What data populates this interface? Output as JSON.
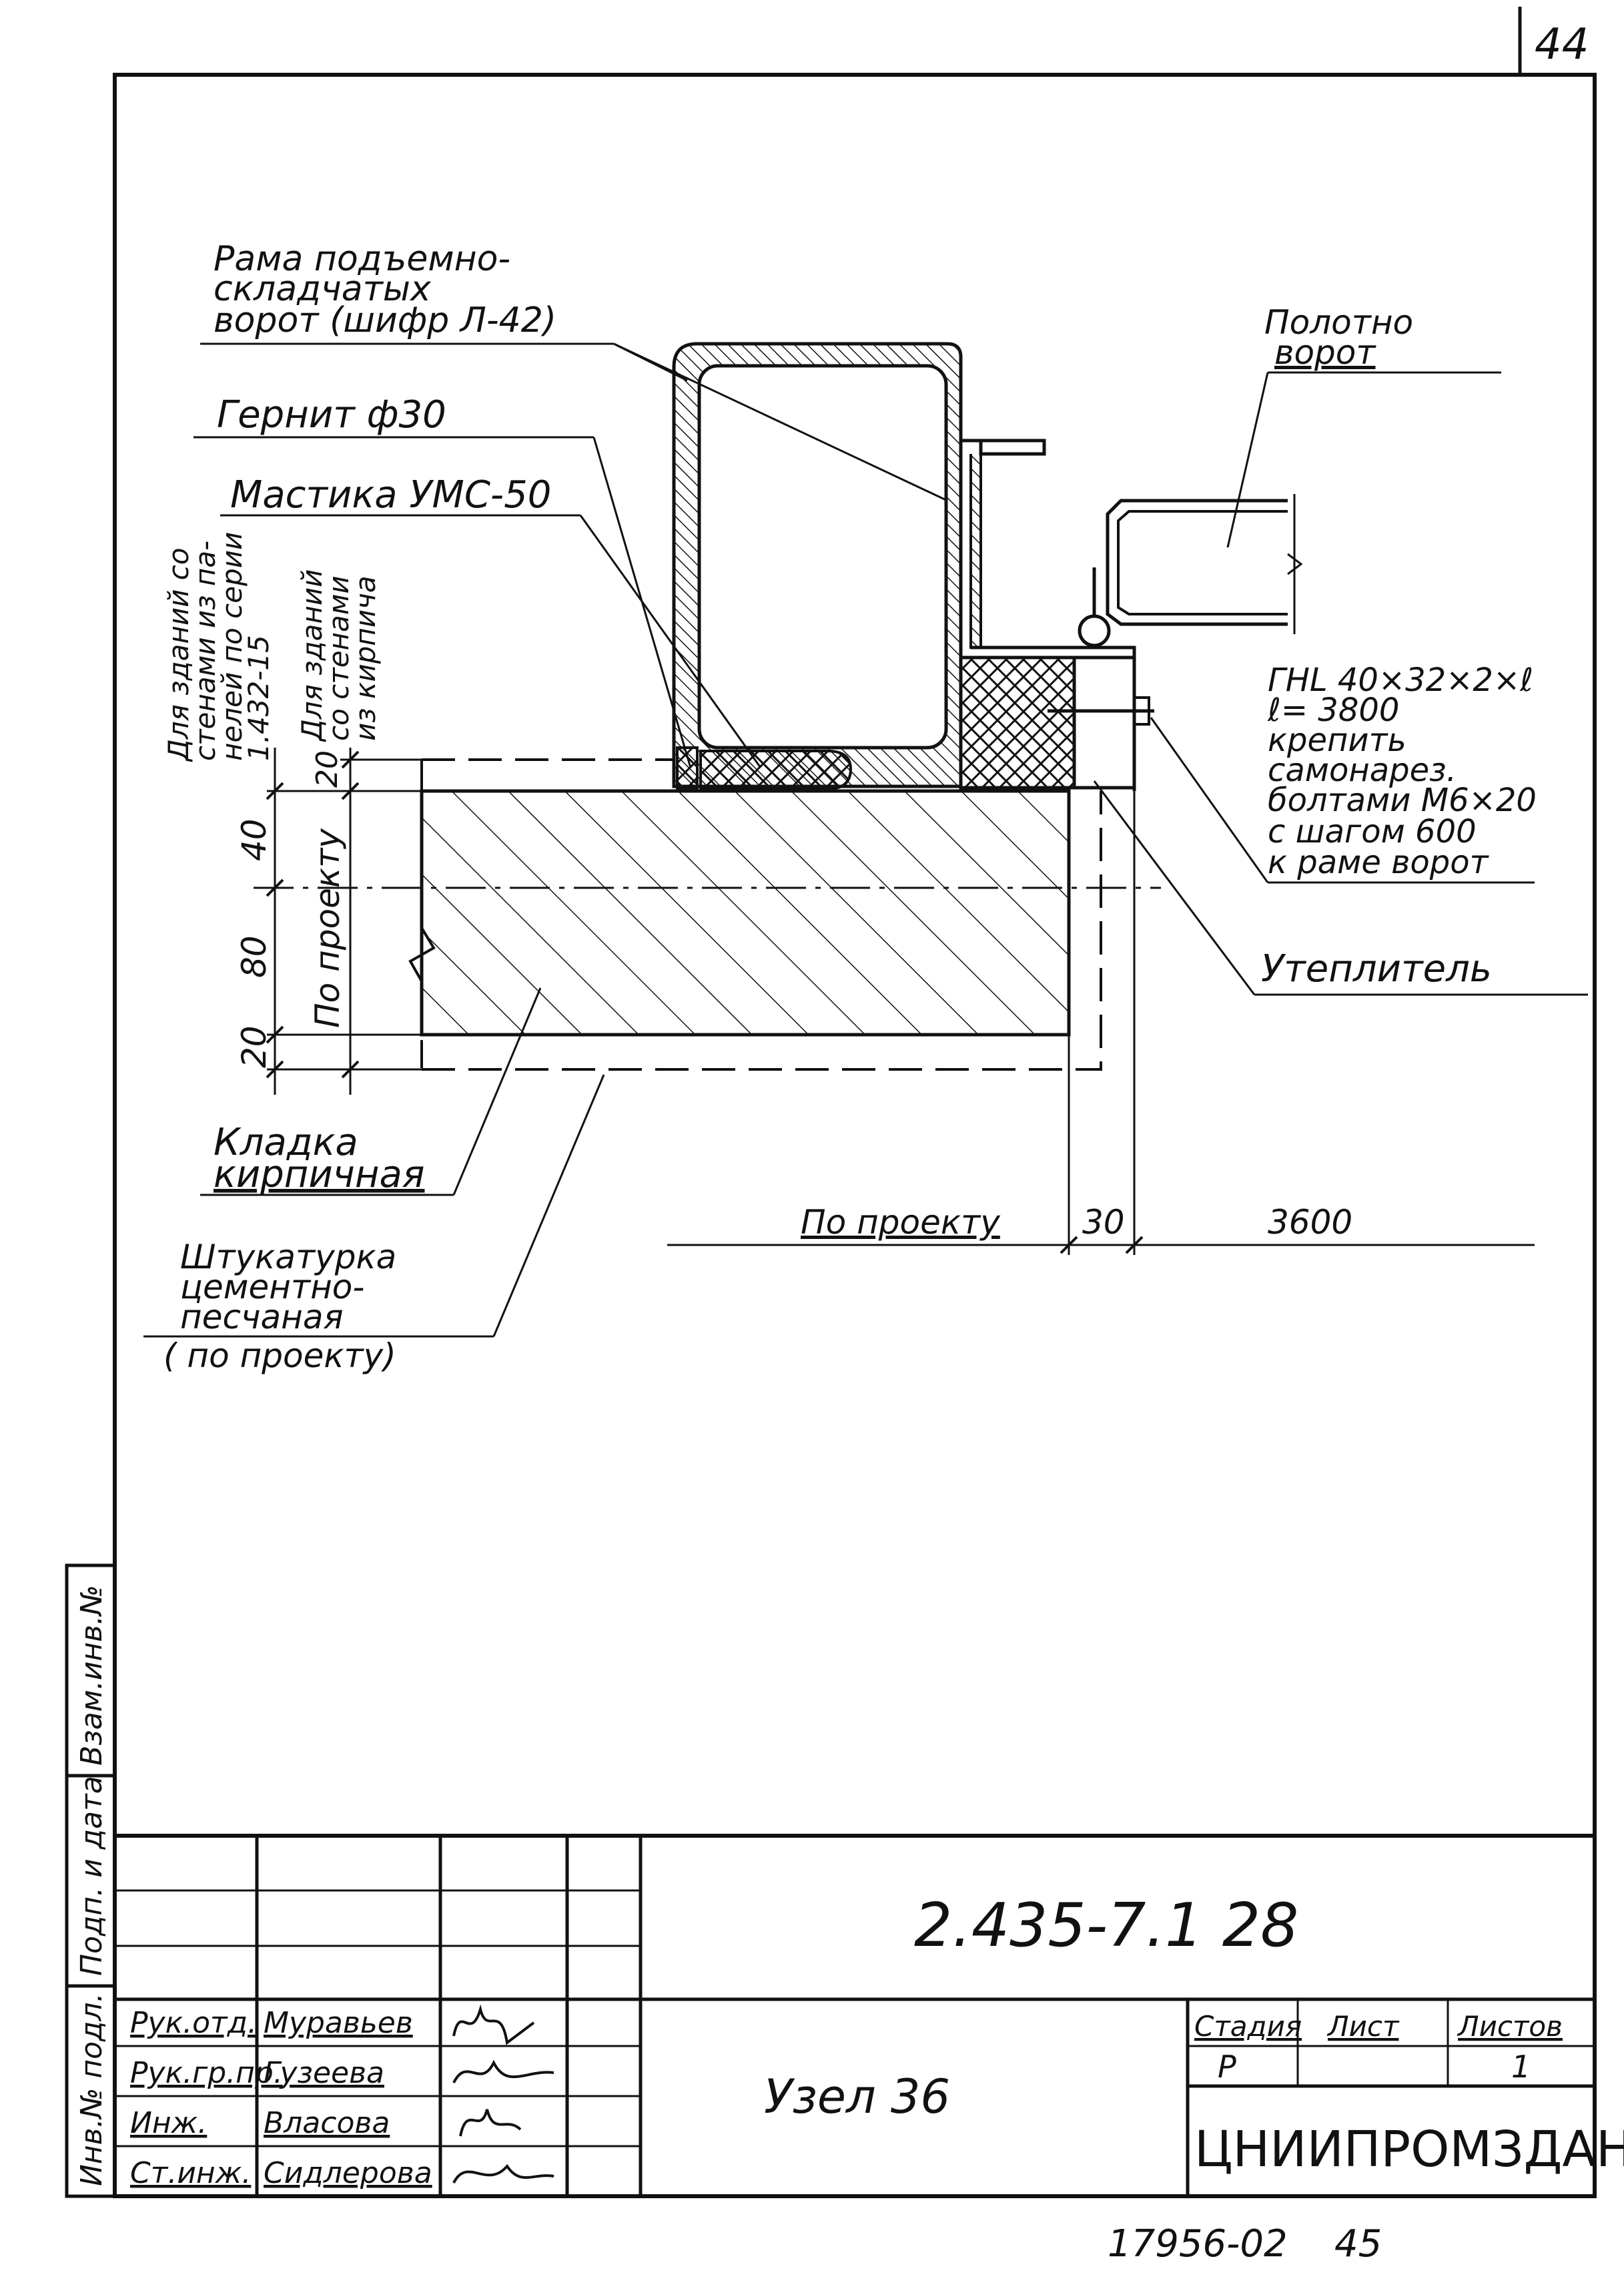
{
  "sheet_number": "44",
  "callouts": {
    "frame": [
      "Рама подъемно-",
      "складчатых",
      "ворот (шифр Л-42)"
    ],
    "gernit": "Гернит ф30",
    "mastic": "Мастика УМС-50",
    "door_leaf": [
      "Полотно",
      "ворот"
    ],
    "angle_spec": [
      "ГНL 40×32×2×ℓ",
      "ℓ= 3800",
      "крепить",
      "самонарез.",
      "болтами М6×20",
      "с шагом 600",
      "к раме ворот"
    ],
    "insulation": "Утеплитель",
    "masonry": [
      "Кладка",
      "кирпичная"
    ],
    "plaster": [
      "Штукатурка",
      "цементно-",
      "песчаная",
      "( по проекту)"
    ]
  },
  "vertical_notes": {
    "panel_buildings": [
      "Для зданий со",
      "стенами из па-",
      "нелей по серии",
      "1.432-15"
    ],
    "brick_buildings": [
      "Для зданий",
      "со стенами",
      "из кирпича"
    ]
  },
  "dimensions": {
    "left": [
      "40",
      "80",
      "20"
    ],
    "left_inner": [
      "20",
      "По проекту"
    ],
    "bottom": [
      "По проекту",
      "30",
      "3600"
    ]
  },
  "title_block": {
    "designation": "2.435-7.1  28",
    "drawing_title": "Узел 36",
    "stage_header": "Стадия",
    "sheet_header": "Лист",
    "sheets_header": "Листов",
    "stage": "Р",
    "sheet": "",
    "sheets": "1",
    "organization": "ЦНИИПРОМЗДАНИЙ",
    "roles": [
      "Рук.отд.",
      "Рук.гр.пр.",
      "Инж.",
      "Ст.инж."
    ],
    "names": [
      "Муравьев",
      "Гузеева",
      "Власова",
      "Сидлерова"
    ]
  },
  "margin_labels": [
    "Инв.№ подл.",
    "Подп. и дата",
    "Взам.инв.№"
  ],
  "footer": {
    "copy_number": "17956-02",
    "page_number": "45"
  }
}
